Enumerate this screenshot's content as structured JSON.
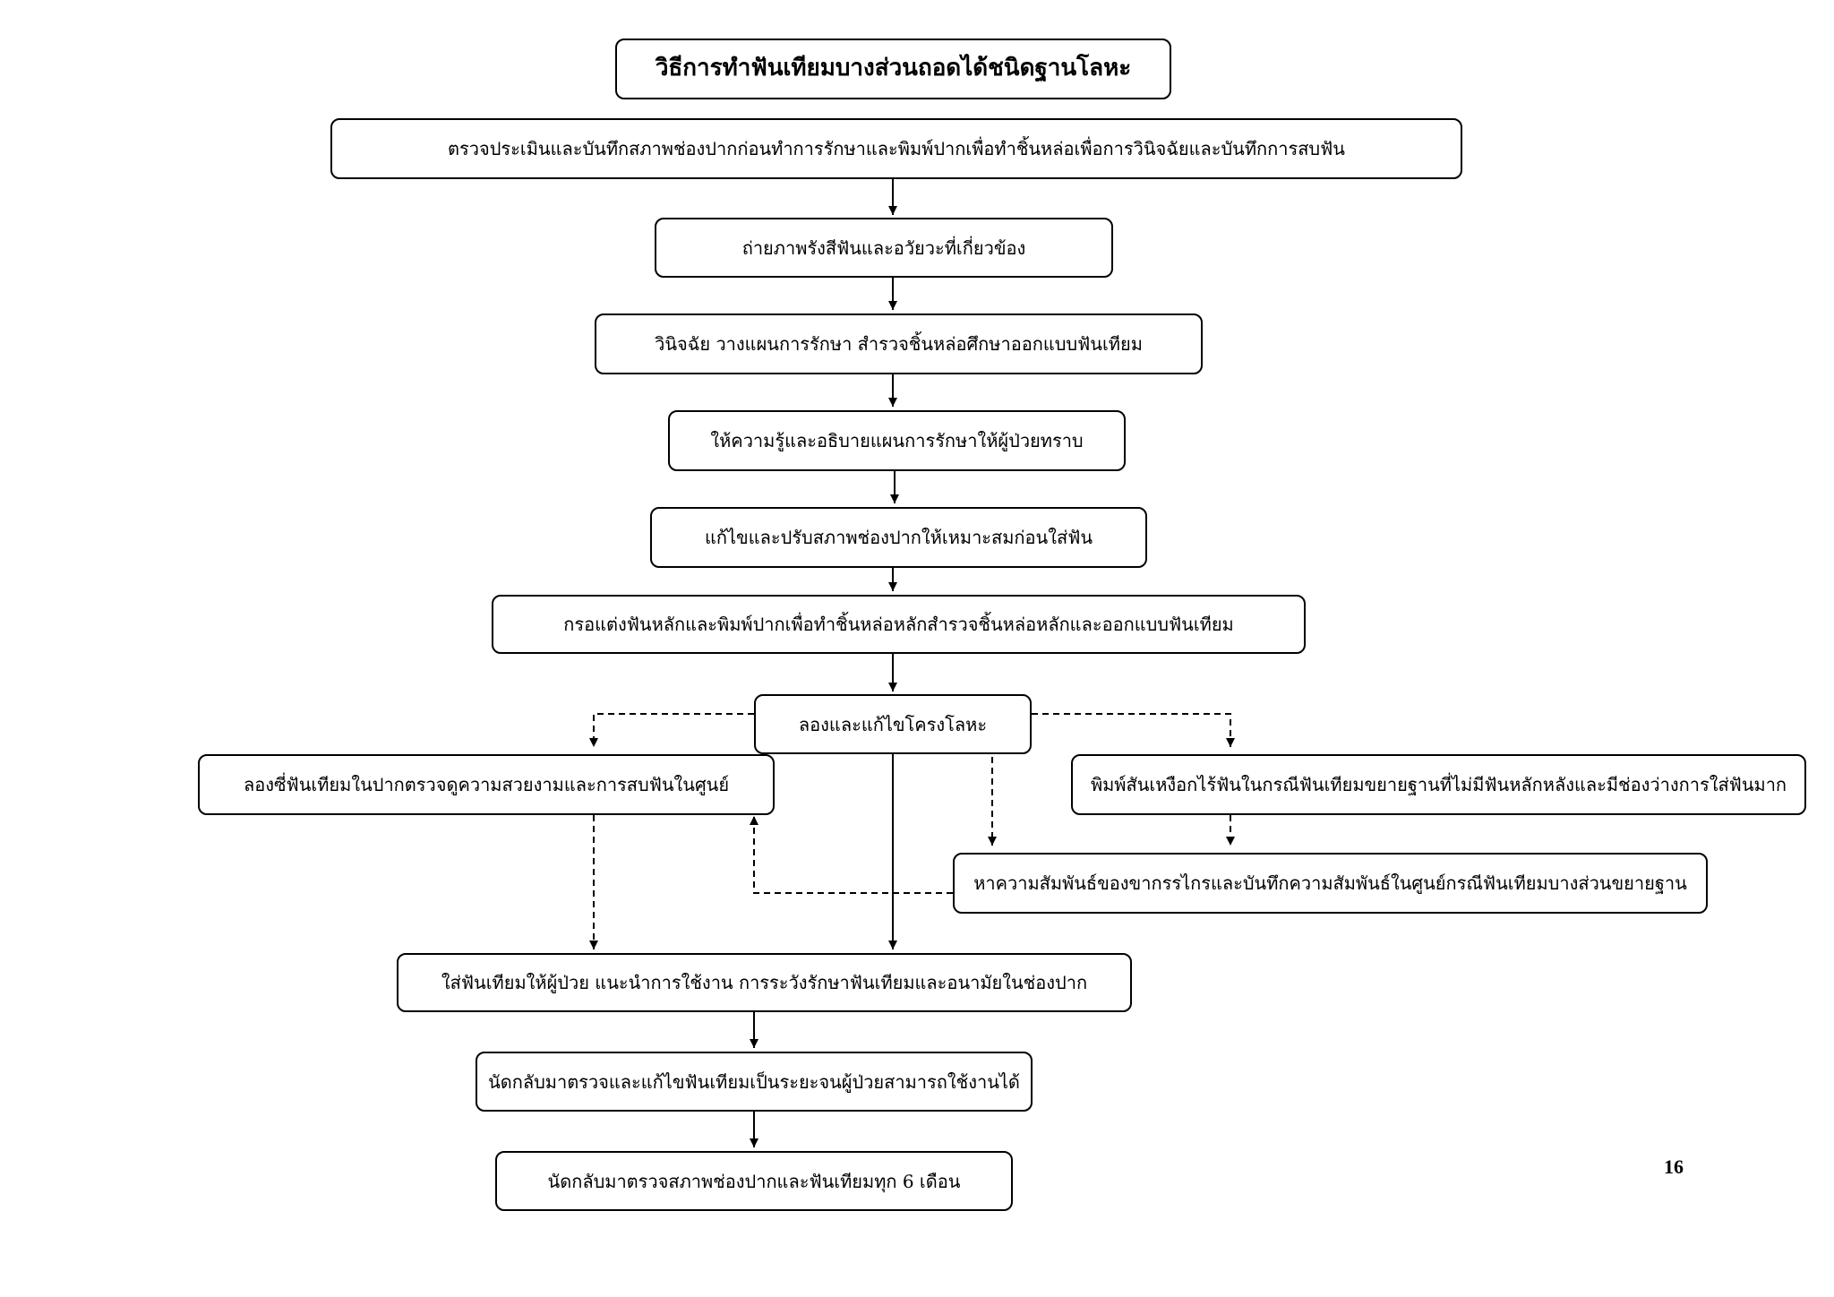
{
  "title": "วิธีการทำฟันเทียมบางส่วนถอดได้ชนิดฐานโลหะ",
  "steps": {
    "assess": "ตรวจประเมินและบันทึกสภาพช่องปากก่อนทำการรักษาและพิมพ์ปากเพื่อทำชิ้นหล่อเพื่อการวินิจฉัยและบันทึกการสบฟัน",
    "xray": "ถ่ายภาพรังสีฟันและอวัยวะที่เกี่ยวข้อง",
    "diagnose": "วินิจฉัย วางแผนการรักษา สำรวจชิ้นหล่อศึกษาออกแบบฟันเทียม",
    "educate": "ให้ความรู้และอธิบายแผนการรักษาให้ผู้ป่วยทราบ",
    "prepare_mouth": "แก้ไขและปรับสภาพช่องปากให้เหมาะสมก่อนใส่ฟัน",
    "abutment": "กรอแต่งฟันหลักและพิมพ์ปากเพื่อทำชิ้นหล่อหลักสำรวจชิ้นหล่อหลักและออกแบบฟันเทียม",
    "framework_tryin": "ลองและแก้ไขโครงโลหะ",
    "teeth_tryin": "ลองซี่ฟันเทียมในปากตรวจดูความสวยงามและการสบฟันในศูนย์",
    "altered_cast": "พิมพ์สันเหงือกไร้ฟันในกรณีฟันเทียมขยายฐานที่ไม่มีฟันหลักหลังและมีช่องว่างการใส่ฟันมาก",
    "jaw_relation": "หาความสัมพันธ์ของขากรรไกรและบันทึกความสัมพันธ์ในศูนย์กรณีฟันเทียมบางส่วนขยายฐาน",
    "insert": "ใส่ฟันเทียมให้ผู้ป่วย แนะนำการใช้งาน การระวังรักษาฟันเทียมและอนามัยในช่องปาก",
    "followup": "นัดกลับมาตรวจและแก้ไขฟันเทียมเป็นระยะจนผู้ป่วยสามารถใช้งานได้",
    "recall": "นัดกลับมาตรวจสภาพช่องปากและฟันเทียมทุก 6 เดือน"
  },
  "page_number": "16"
}
